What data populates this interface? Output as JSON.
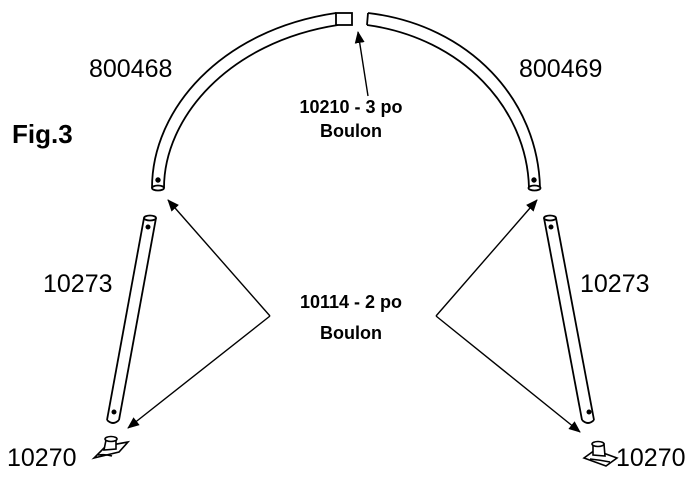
{
  "figure_label": "Fig.3",
  "parts": {
    "arch_left": "800468",
    "arch_right": "800469",
    "leg_left": "10273",
    "leg_right": "10273",
    "foot_left": "10270",
    "foot_right": "10270"
  },
  "callouts": {
    "top_bolt_line1": "10210 - 3 po",
    "top_bolt_line2": "Boulon",
    "mid_bolt_line1": "10114 - 2 po",
    "mid_bolt_line2": "Boulon"
  }
}
